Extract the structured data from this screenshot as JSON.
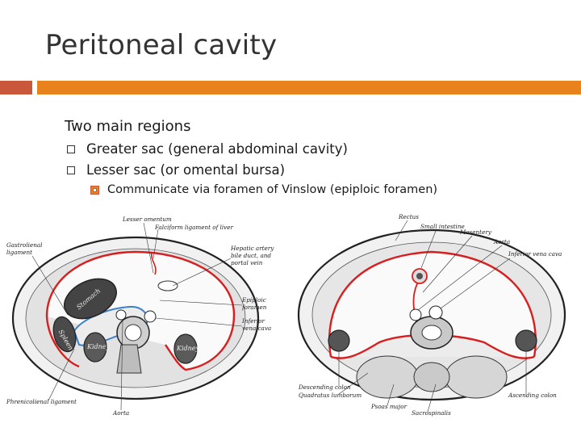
{
  "slide": {
    "title": "Peritoneal cavity",
    "heading": "Two main regions",
    "bullets": [
      "Greater sac (general abdominal cavity)",
      "Lesser sac (or omental bursa)"
    ],
    "sub_bullets": [
      "Communicate via foramen of Vinslow (epiploic foramen)"
    ]
  },
  "figure_left": {
    "labels": {
      "lesser_omentum": "Lesser omentum",
      "falciform": "Falciform ligament of liver",
      "gastrolienal_1": "Gastrolienal",
      "gastrolienal_2": "ligament",
      "hepatic_1": "Hepatic artery",
      "hepatic_2": "bile duct, and",
      "hepatic_3": "portal vein",
      "epiploic_1": "Epiploic",
      "epiploic_2": "foramen",
      "ivc_1": "Inferior",
      "ivc_2": "vena cava",
      "phrenicolienal": "Phrenicolienal ligament",
      "aorta": "Aorta",
      "stomach": "Stomach",
      "spleen": "Spleen",
      "kidney_left": "Kidney",
      "kidney_right": "Kidney"
    }
  },
  "figure_right": {
    "labels": {
      "rectus": "Rectus",
      "small_intestine": "Small intestine",
      "mesentery": "Mesentery",
      "aorta": "Aorta",
      "ivc": "Inferior vena cava",
      "descending_colon": "Descending colon",
      "quadratus": "Quadratus lumborum",
      "psoas": "Psoas major",
      "sacrospinalis": "Sacrospinalis",
      "ascending_colon": "Ascending colon"
    }
  },
  "colors": {
    "accent_orange": "#e8821c",
    "accent_red": "#c8573c",
    "greater_sac": "#d81e1e",
    "lesser_sac": "#3a7fc9"
  }
}
